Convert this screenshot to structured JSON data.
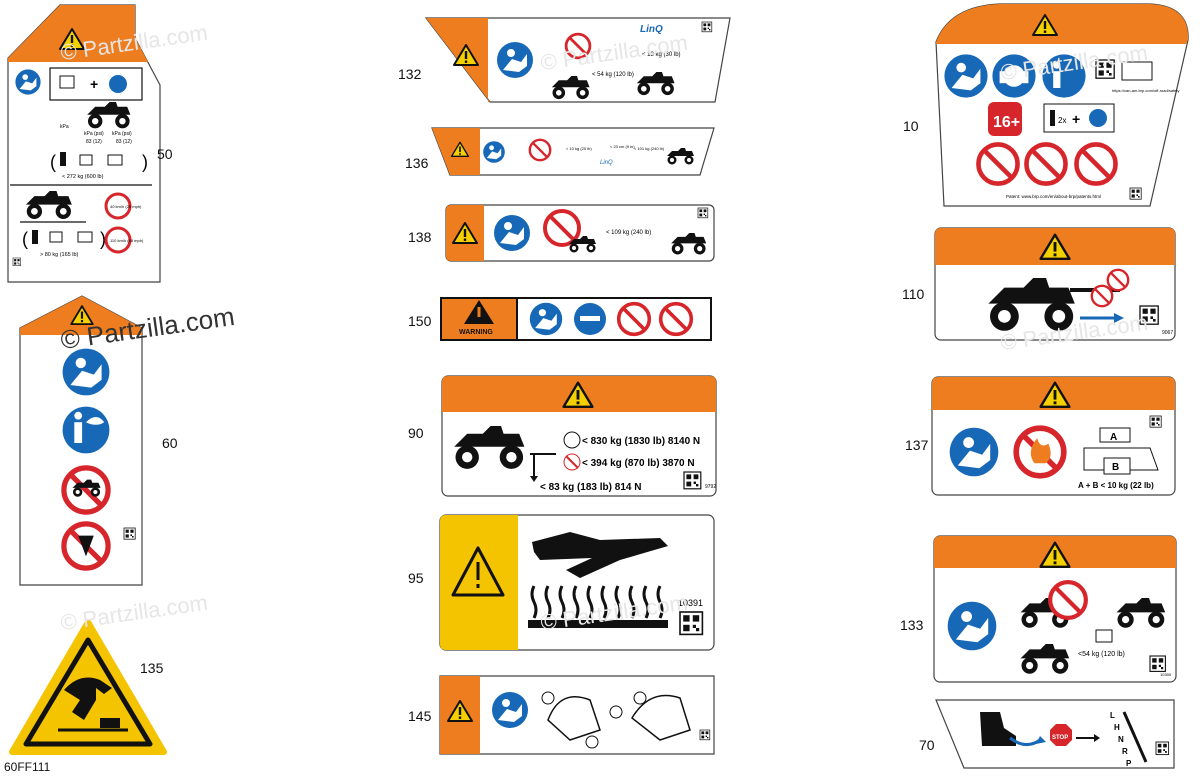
{
  "diagram_code": "60FF111",
  "watermark": "© Partzilla.com",
  "callouts": {
    "c50": "50",
    "c60": "60",
    "c135": "135",
    "c132": "132",
    "c136": "136",
    "c138": "138",
    "c150": "150",
    "c90": "90",
    "c95": "95",
    "c145": "145",
    "c10": "10",
    "c110": "110",
    "c137": "137",
    "c133": "133",
    "c70": "70"
  },
  "labels": {
    "l50": {
      "kpa": "kPa",
      "kpa_psi_1": "kPa (psi)",
      "kpa_psi_2": "kPa (psi)",
      "pressure_1": "83 (12)",
      "pressure_2": "83 (12)",
      "max_load_1": "< 272 kg (600 lb)",
      "speed_1": "40 km/h (25 mph)",
      "min_load_2": "> 80 kg (165 lb)",
      "speed_2": "110 km/h (68 mph)"
    },
    "l132": {
      "brand": "LinQ",
      "load_top": "< 13 kg (30 lb)",
      "load_bottom": "< 54 kg (120 lb)"
    },
    "l136": {
      "load_1": "< 10 kg (20 lb)",
      "load_2": "< 23 cm (9 in)",
      "load_3": "< 101 kg (240 lb)",
      "brand": "LinQ"
    },
    "l138": {
      "load": "< 109 kg (240 lb)"
    },
    "l150": {
      "warning": "WARNING"
    },
    "l90": {
      "row1": "< 830 kg (1830 lb) 8140 N",
      "row2": "< 394 kg (870 lb) 3870 N",
      "row3": "< 83 kg (183 lb) 814 N",
      "code": "9792"
    },
    "l95": {
      "code": "10391"
    },
    "l10": {
      "age": "16+",
      "times": "2x",
      "url": "https://can-am.brp.com/off-road/safety",
      "patent": "Patent: www.brp.com/en/about-brp/patents.html"
    },
    "l110": {
      "code": "9067"
    },
    "l137": {
      "a": "A",
      "b": "B",
      "formula": "A + B < 10 kg (22 lb)"
    },
    "l133": {
      "load": "<54 kg (120 lb)",
      "code": "10390"
    },
    "l70": {
      "l": "L",
      "h": "H",
      "n": "N",
      "r": "R",
      "p": "P",
      "stop": "STOP"
    }
  },
  "colors": {
    "orange": "#ee7d1f",
    "blue": "#1769b8",
    "red": "#d7262b",
    "yellow": "#f5c400",
    "black": "#111111"
  }
}
